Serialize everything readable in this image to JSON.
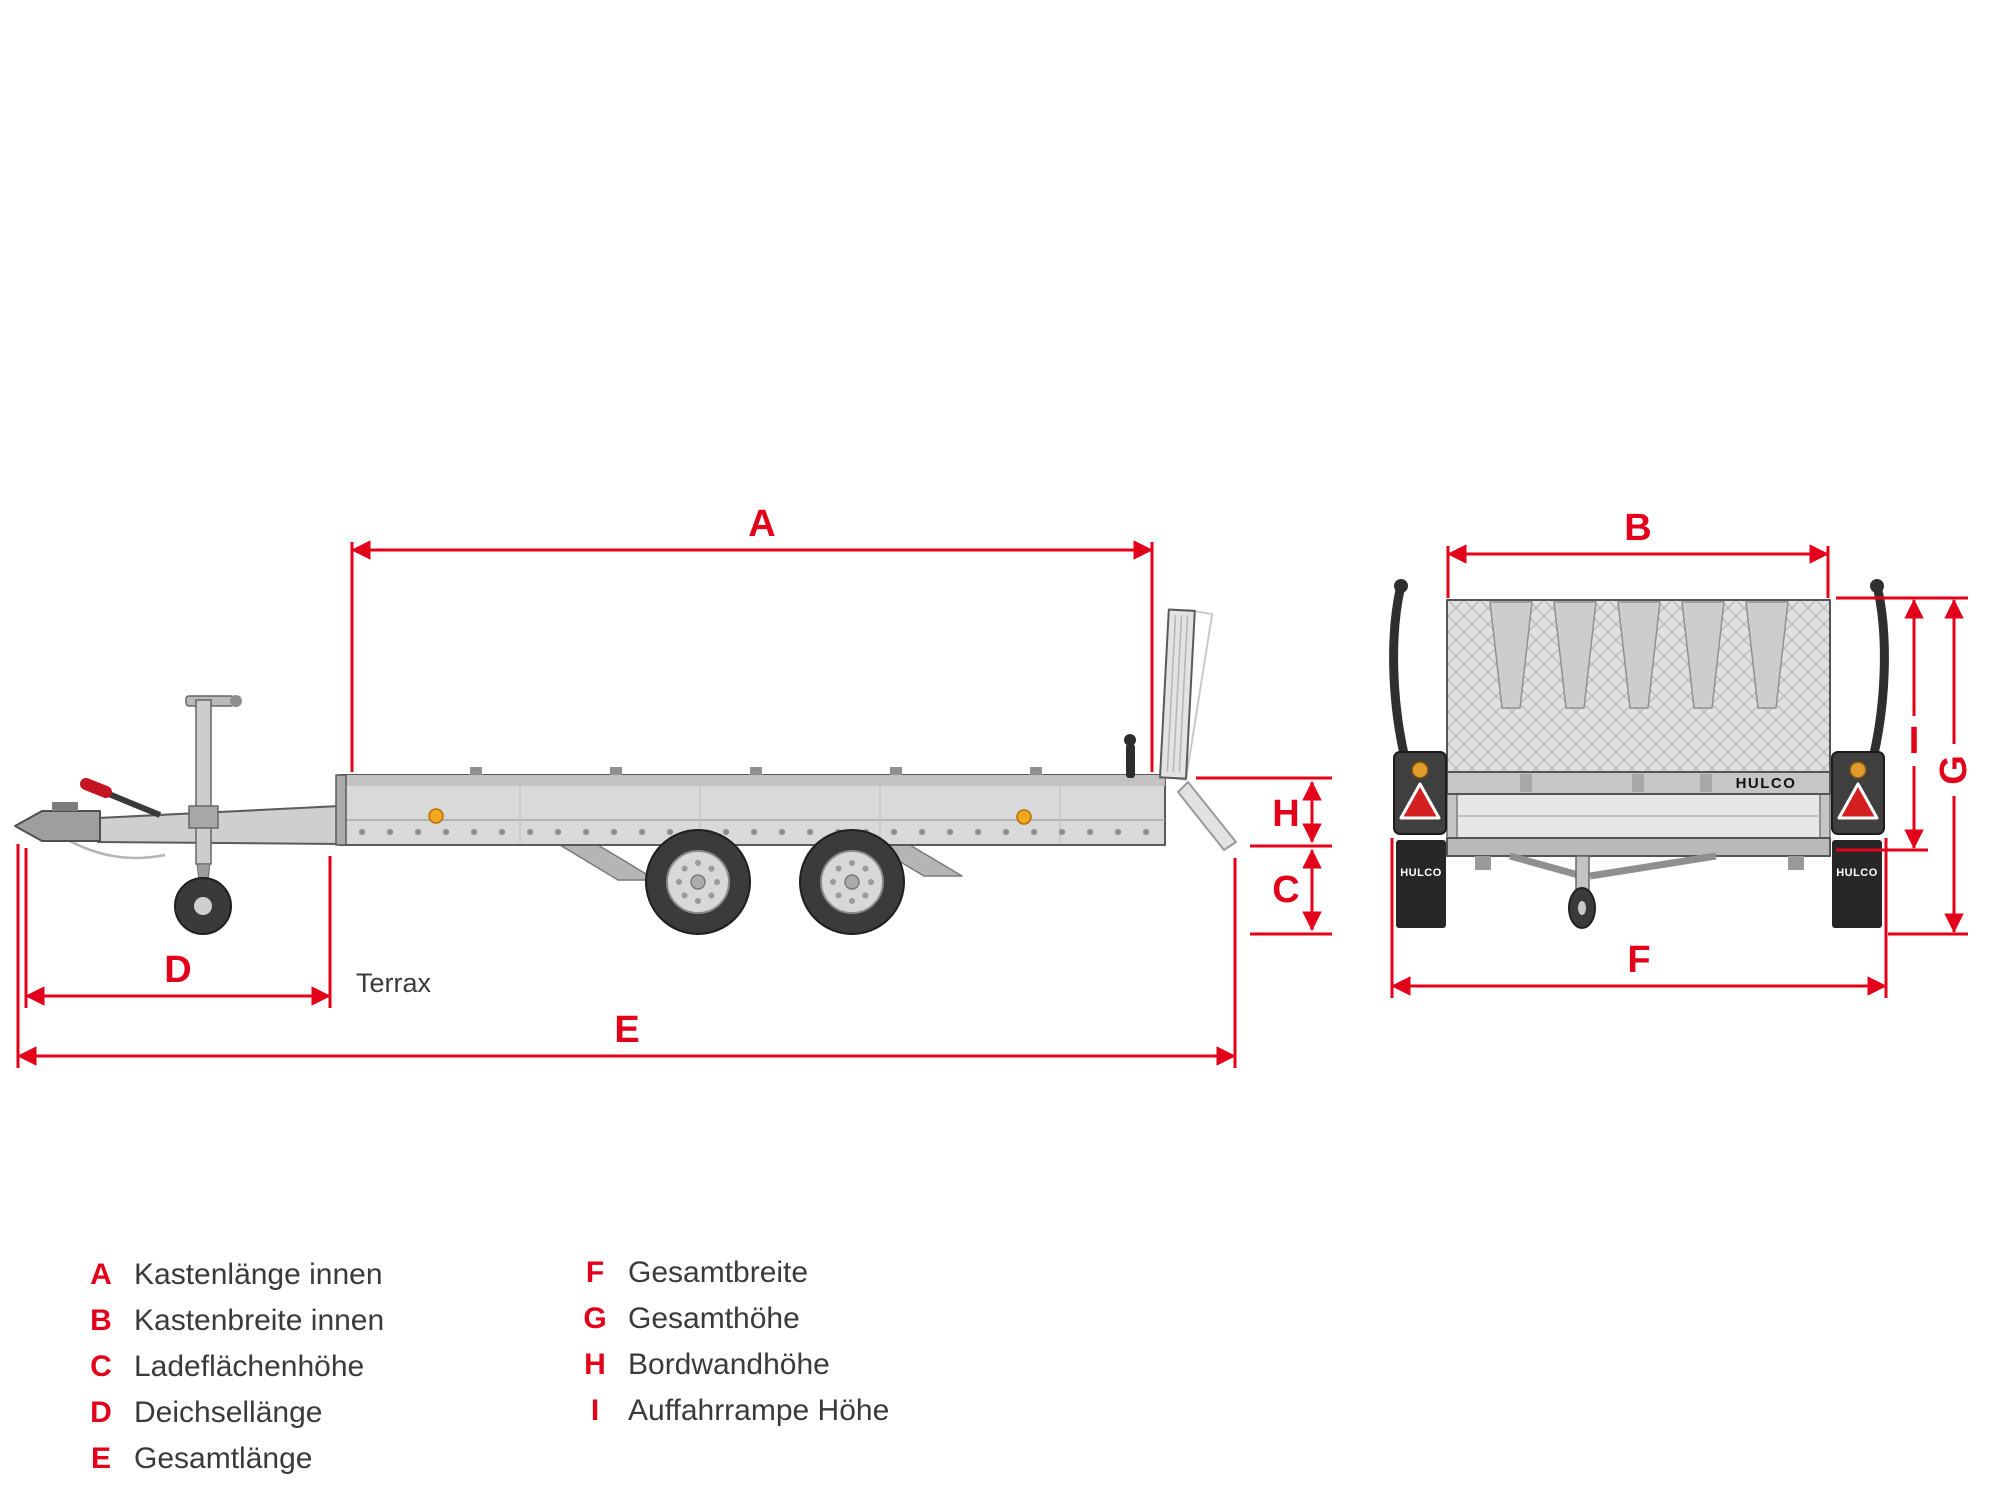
{
  "model_label": "Terrax",
  "brand": "HULCO",
  "colors": {
    "dimension_red": "#e2001a",
    "body_gray": "#d9d9d9",
    "dark_text": "#3a3a3a",
    "reflector_orange": "#f2a71f",
    "triangle_red": "#d42020"
  },
  "dims": {
    "a": "A",
    "b": "B",
    "c": "C",
    "d": "D",
    "e": "E",
    "f": "F",
    "g": "G",
    "h": "H",
    "i": "I"
  },
  "legend": {
    "col1": [
      {
        "letter": "A",
        "text": "Kastenlänge innen"
      },
      {
        "letter": "B",
        "text": "Kastenbreite innen"
      },
      {
        "letter": "C",
        "text": "Ladeflächenhöhe"
      },
      {
        "letter": "D",
        "text": "Deichsellänge"
      },
      {
        "letter": "E",
        "text": "Gesamtlänge"
      }
    ],
    "col2": [
      {
        "letter": "F",
        "text": "Gesamtbreite"
      },
      {
        "letter": "G",
        "text": "Gesamthöhe"
      },
      {
        "letter": "H",
        "text": "Bordwandhöhe"
      },
      {
        "letter": "I",
        "text": "Auffahrrampe Höhe"
      }
    ]
  }
}
